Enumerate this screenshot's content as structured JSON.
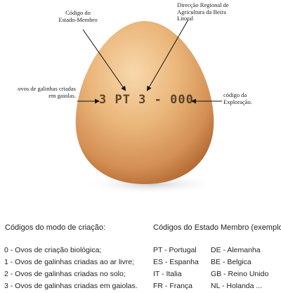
{
  "callouts": {
    "state_code": "Código do Estado-Membro",
    "region": "Direcção Regional de Agricultura da Beira Litoral",
    "hens": "ovos de galinhas criadas em gaiolas.",
    "farm": "código da Exploração."
  },
  "egg_code": "3 PT 3 - 000",
  "legend": {
    "modes_title": "Códigos do modo de criação:",
    "states_title": "Códigos do Estado Membro (exemplos)",
    "modes": [
      "0 - Ovos de criação biológica;",
      "1 - Ovos de galinhas criadas ao ar livre;",
      "2 - Ovos de galinhas criadas no solo;",
      "3 - Ovos de galinhas criadas em gaiolas."
    ],
    "states": [
      [
        "PT - Portugal",
        "DE - Alemanha"
      ],
      [
        "ES - Espanha",
        "BE - Belgica"
      ],
      [
        "IT - Italia",
        "GB - Reino Unido"
      ],
      [
        "FR - França",
        "NL - Holanda ..."
      ]
    ]
  },
  "colors": {
    "egg_light": "#f6d2a4",
    "egg_mid": "#dd9c5c",
    "egg_dark": "#b8713a",
    "arrow": "#111111"
  }
}
